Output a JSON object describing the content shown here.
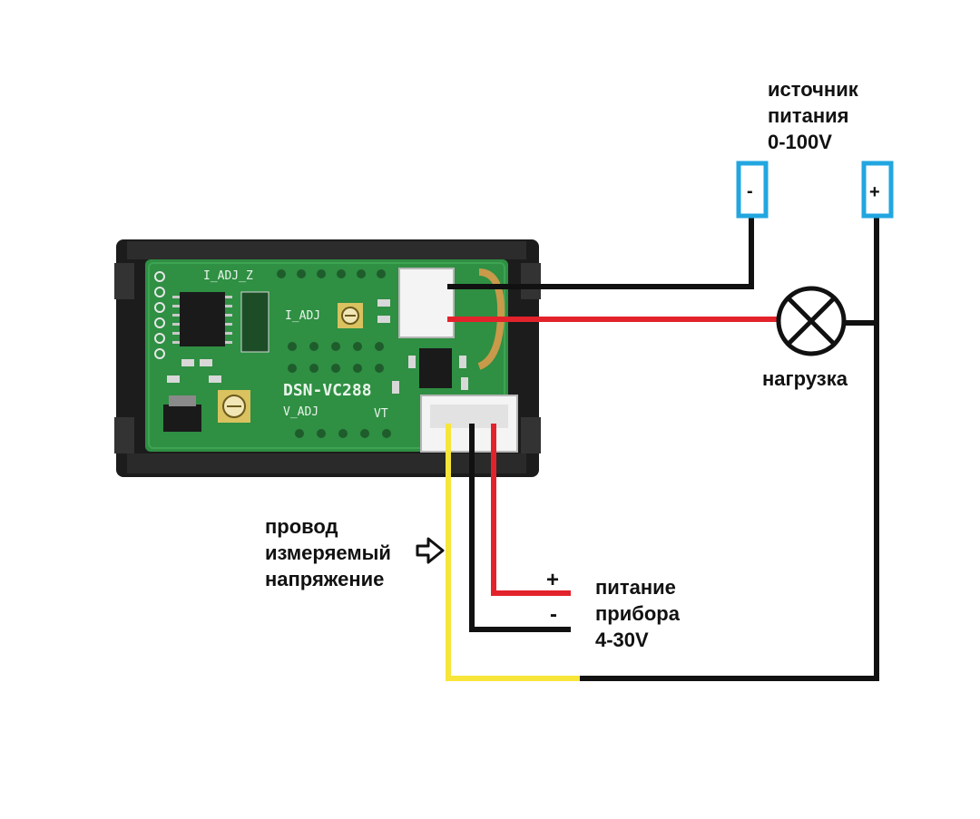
{
  "labels": {
    "source_line1": "источник",
    "source_line2": "питания",
    "source_line3": "0-100V",
    "load": "нагрузка",
    "probe_line1": "провод",
    "probe_line2": "измеряемый",
    "probe_line3": "напряжение",
    "supply_line1": "питание",
    "supply_line2": "прибора",
    "supply_line3": "4-30V"
  },
  "terminals": {
    "source_minus": "-",
    "source_plus": "+"
  },
  "supply_signs": {
    "plus": "+",
    "minus": "-"
  },
  "pcb": {
    "model": "DSN-VC288",
    "i_adj_label": "I_ADJ",
    "i_adj_z_label": "I_ADJ_Z",
    "v_adj_label": "V_ADJ",
    "vt_label": "VT"
  },
  "colors": {
    "wire_black": "#111111",
    "wire_red": "#e3232b",
    "wire_yellow": "#f7e53a",
    "terminal_border": "#22a6e0",
    "pcb_green": "#2f8f43",
    "housing": "#1c1c1c"
  }
}
